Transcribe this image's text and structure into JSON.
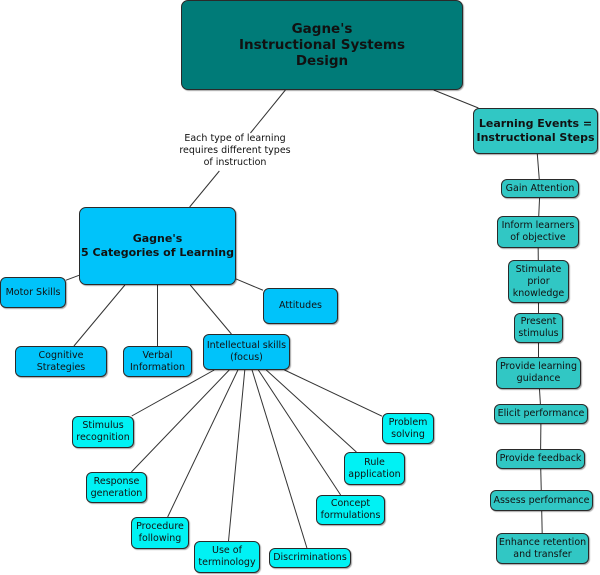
{
  "diagram": {
    "type": "concept-map",
    "root": {
      "id": "root",
      "text": "Gagne's\nInstructional Systems\nDesign"
    },
    "link_label": {
      "id": "label",
      "text": "Each type of learning\nrequires different types\nof instruction"
    },
    "learning_events": {
      "head": {
        "id": "events",
        "text": "Learning Events =\nInstructional Steps"
      },
      "steps": [
        {
          "id": "s1",
          "text": "Gain Attention"
        },
        {
          "id": "s2",
          "text": "Inform learners\nof objective"
        },
        {
          "id": "s3",
          "text": "Stimulate\nprior\nknowledge"
        },
        {
          "id": "s4",
          "text": "Present\nstimulus"
        },
        {
          "id": "s5",
          "text": "Provide learning\nguidance"
        },
        {
          "id": "s6",
          "text": "Elicit performance"
        },
        {
          "id": "s7",
          "text": "Provide feedback"
        },
        {
          "id": "s8",
          "text": "Assess performance"
        },
        {
          "id": "s9",
          "text": "Enhance retention\nand transfer"
        }
      ]
    },
    "categories": {
      "head": {
        "id": "cats",
        "text": "Gagne's\n5 Categories of Learning"
      },
      "items": [
        {
          "id": "motor",
          "text": "Motor Skills"
        },
        {
          "id": "cog",
          "text": "Cognitive\nStrategies"
        },
        {
          "id": "verbal",
          "text": "Verbal\nInformation"
        },
        {
          "id": "intel",
          "text": "Intellectual skills\n(focus)"
        },
        {
          "id": "att",
          "text": "Attitudes"
        }
      ]
    },
    "intellectual_skills": [
      {
        "id": "k1",
        "text": "Stimulus\nrecognition"
      },
      {
        "id": "k2",
        "text": "Response\ngeneration"
      },
      {
        "id": "k3",
        "text": "Procedure\nfollowing"
      },
      {
        "id": "k4",
        "text": "Use of\nterminology"
      },
      {
        "id": "k5",
        "text": "Discriminations"
      },
      {
        "id": "k6",
        "text": "Concept\nformulations"
      },
      {
        "id": "k7",
        "text": "Rule\napplication"
      },
      {
        "id": "k8",
        "text": "Problem\nsolving"
      }
    ],
    "edges": [
      [
        "root",
        "label"
      ],
      [
        "label",
        "cats"
      ],
      [
        "root",
        "events"
      ],
      [
        "events",
        "s1"
      ],
      [
        "s1",
        "s2"
      ],
      [
        "s2",
        "s3"
      ],
      [
        "s3",
        "s4"
      ],
      [
        "s4",
        "s5"
      ],
      [
        "s5",
        "s6"
      ],
      [
        "s6",
        "s7"
      ],
      [
        "s7",
        "s8"
      ],
      [
        "s8",
        "s9"
      ],
      [
        "cats",
        "motor"
      ],
      [
        "cats",
        "cog"
      ],
      [
        "cats",
        "verbal"
      ],
      [
        "cats",
        "intel"
      ],
      [
        "cats",
        "att"
      ],
      [
        "intel",
        "k1"
      ],
      [
        "intel",
        "k2"
      ],
      [
        "intel",
        "k3"
      ],
      [
        "intel",
        "k4"
      ],
      [
        "intel",
        "k5"
      ],
      [
        "intel",
        "k6"
      ],
      [
        "intel",
        "k7"
      ],
      [
        "intel",
        "k8"
      ]
    ],
    "colors": {
      "root": "#007b78",
      "learning_events": "#31c7c4",
      "categories": "#00c3fa",
      "intellectual_skills": "#00f2f4"
    }
  }
}
